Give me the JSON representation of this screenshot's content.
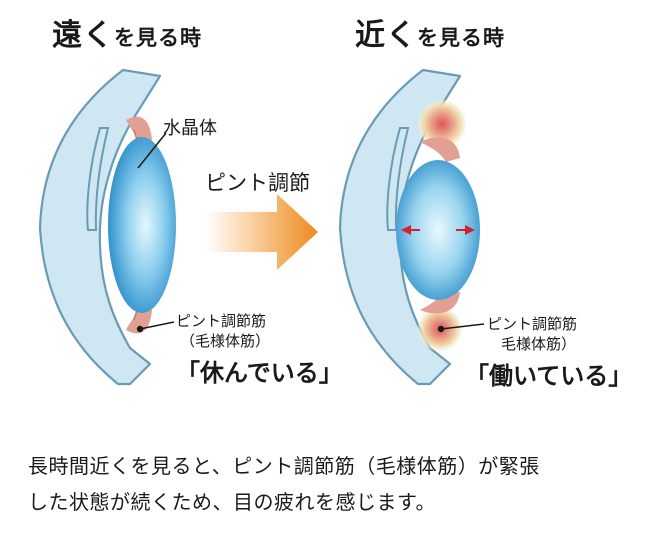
{
  "title_left": {
    "main": "遠く",
    "rest": "を見る時"
  },
  "title_right": {
    "main": "近く",
    "rest": "を見る時"
  },
  "lens_label": "水晶体",
  "adjust_label": "ピント調節",
  "muscle_left": {
    "line1": "ピント調節筋",
    "line2": "（毛様体筋）"
  },
  "muscle_right": {
    "line1": "ピント調節筋",
    "line2": "毛様体筋）"
  },
  "state_left": "「休んでいる」",
  "state_right": "「働いている」",
  "caption": {
    "line1": "長時間近くを見ると、ピント調節筋（毛様体筋）が緊張",
    "line2": "した状態が続くため、目の疲れを感じます。"
  },
  "colors": {
    "cornea_fill": "#cfe7f2",
    "cornea_stroke": "#6a9bb6",
    "lens_core": "#c9ecfb",
    "lens_edge": "#1f86c4",
    "muscle": "#e2a095",
    "arrow_start": "#fbe3c8",
    "arrow_end": "#ec8a1c",
    "tension_arrow": "#d2232a"
  }
}
